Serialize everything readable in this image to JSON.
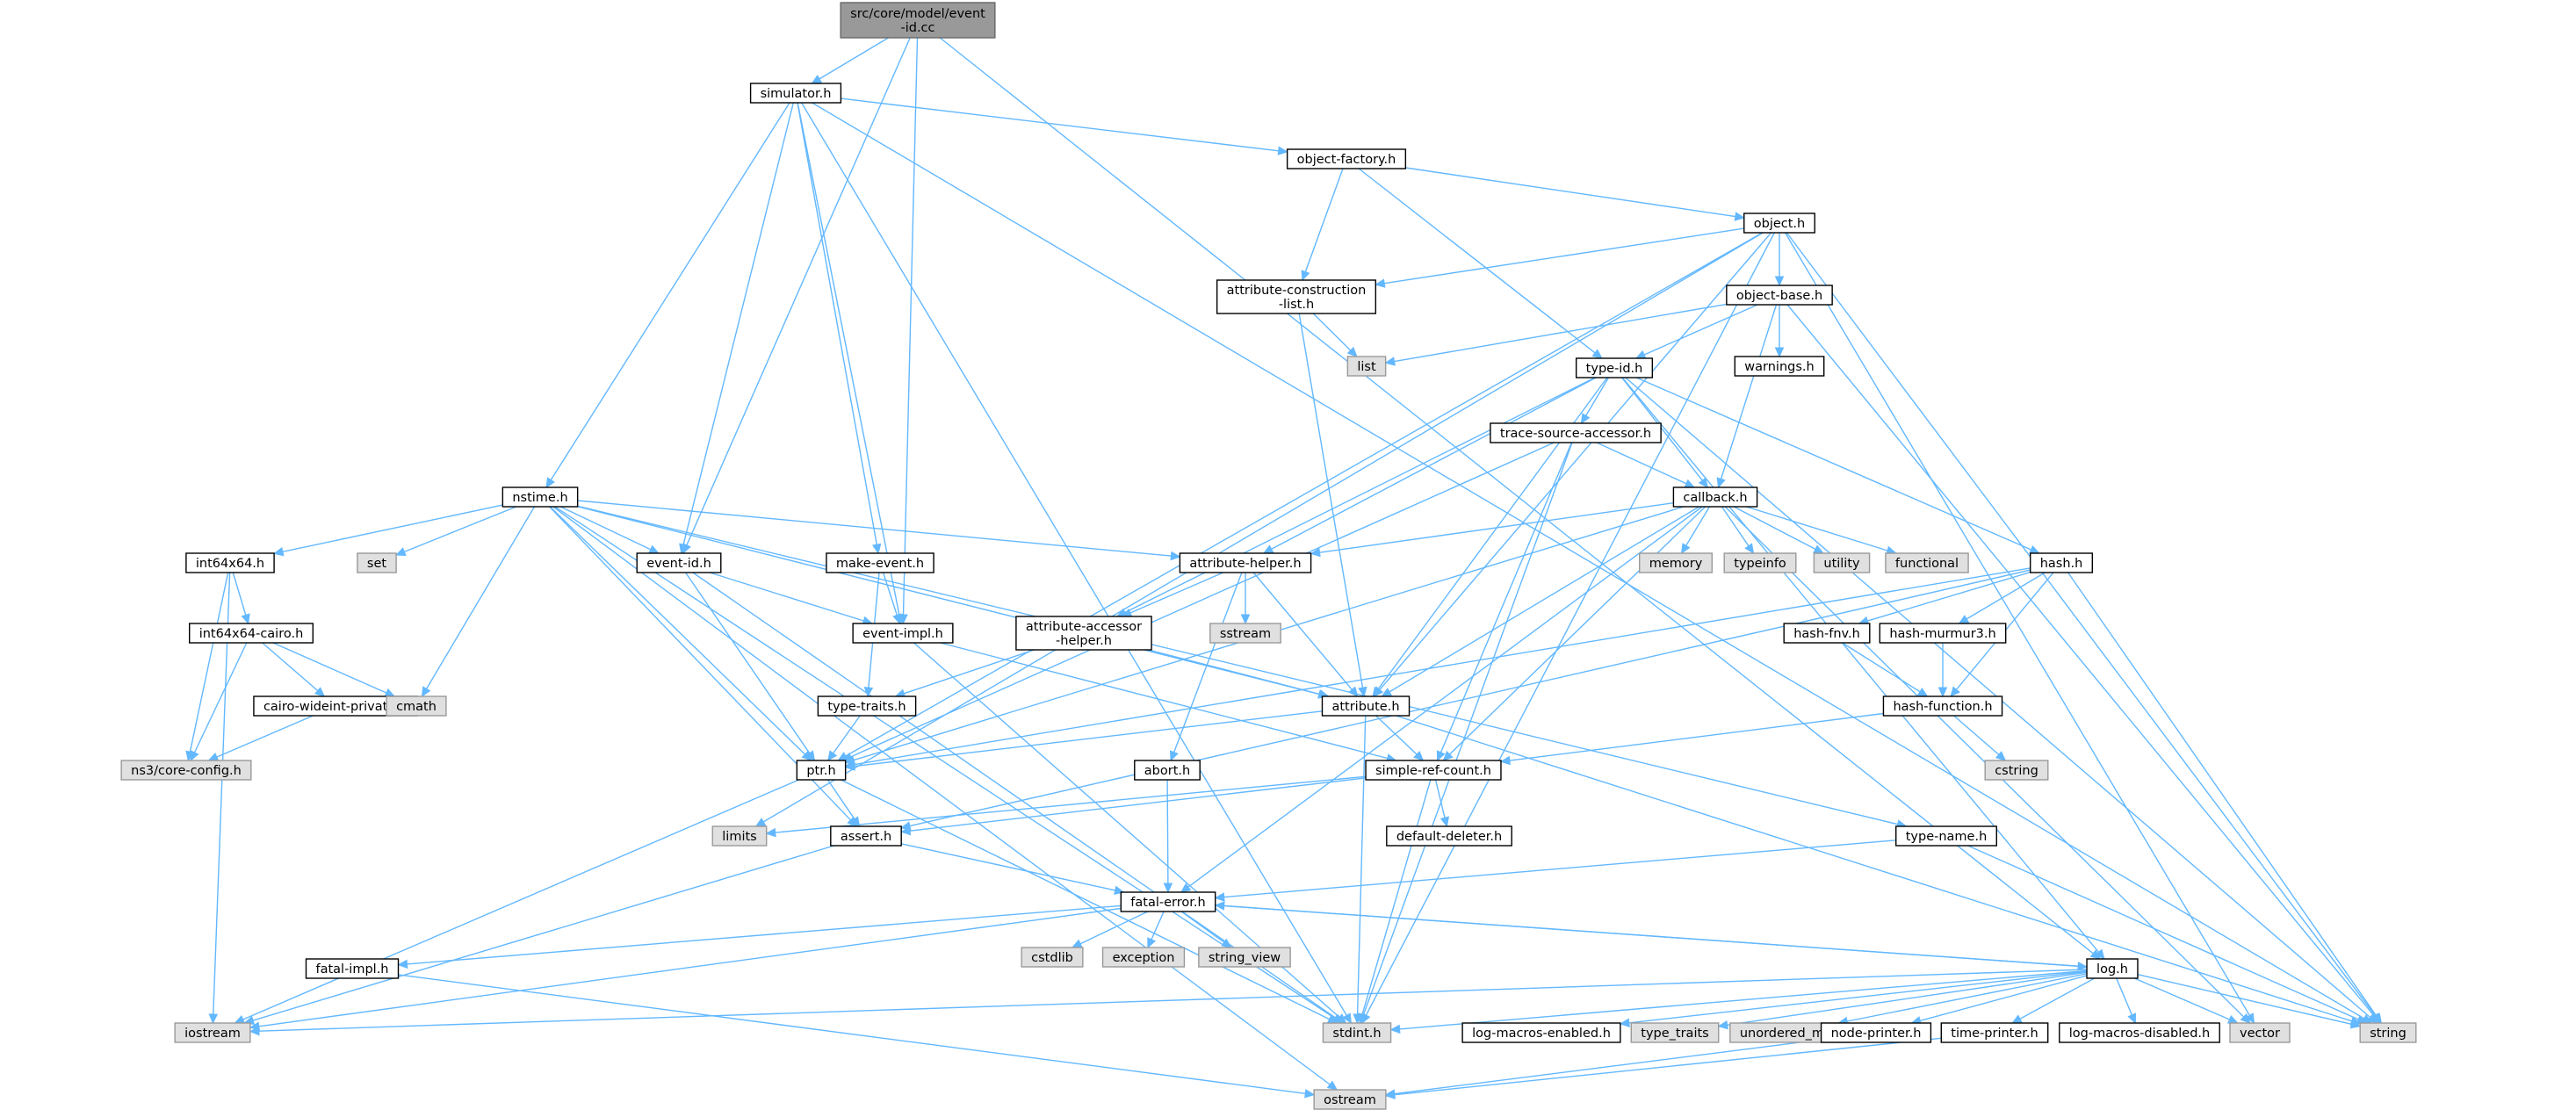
{
  "colors": {
    "edge": "#63b8ff",
    "root_fill": "#999999",
    "root_stroke": "#666666",
    "header_fill": "#ffffff",
    "header_stroke": "#000000",
    "system_fill": "#e0e0e0",
    "system_stroke": "#999999"
  },
  "diagram": {
    "nodes": [
      {
        "id": "root",
        "label": "src/core/model/event\n-id.cc",
        "kind": "root"
      },
      {
        "id": "simulator",
        "label": "simulator.h",
        "kind": "header"
      },
      {
        "id": "object_factory",
        "label": "object-factory.h",
        "kind": "header"
      },
      {
        "id": "object",
        "label": "object.h",
        "kind": "header"
      },
      {
        "id": "attr_construction",
        "label": "attribute-construction\n-list.h",
        "kind": "header"
      },
      {
        "id": "object_base",
        "label": "object-base.h",
        "kind": "header"
      },
      {
        "id": "list",
        "label": "list",
        "kind": "system"
      },
      {
        "id": "warnings",
        "label": "warnings.h",
        "kind": "header"
      },
      {
        "id": "type_id",
        "label": "type-id.h",
        "kind": "header"
      },
      {
        "id": "trace_source",
        "label": "trace-source-accessor.h",
        "kind": "header"
      },
      {
        "id": "nstime",
        "label": "nstime.h",
        "kind": "header"
      },
      {
        "id": "callback",
        "label": "callback.h",
        "kind": "header"
      },
      {
        "id": "int64x64",
        "label": "int64x64.h",
        "kind": "header"
      },
      {
        "id": "set",
        "label": "set",
        "kind": "system"
      },
      {
        "id": "event_id",
        "label": "event-id.h",
        "kind": "header"
      },
      {
        "id": "make_event",
        "label": "make-event.h",
        "kind": "header"
      },
      {
        "id": "attr_helper",
        "label": "attribute-helper.h",
        "kind": "header"
      },
      {
        "id": "memory",
        "label": "memory",
        "kind": "system"
      },
      {
        "id": "typeinfo",
        "label": "typeinfo",
        "kind": "system"
      },
      {
        "id": "utility",
        "label": "utility",
        "kind": "system"
      },
      {
        "id": "functional",
        "label": "functional",
        "kind": "system"
      },
      {
        "id": "hash",
        "label": "hash.h",
        "kind": "header"
      },
      {
        "id": "int64x64_cairo",
        "label": "int64x64-cairo.h",
        "kind": "header"
      },
      {
        "id": "event_impl",
        "label": "event-impl.h",
        "kind": "header"
      },
      {
        "id": "attr_accessor",
        "label": "attribute-accessor\n-helper.h",
        "kind": "header"
      },
      {
        "id": "sstream",
        "label": "sstream",
        "kind": "system"
      },
      {
        "id": "hash_fnv",
        "label": "hash-fnv.h",
        "kind": "header"
      },
      {
        "id": "hash_murmur3",
        "label": "hash-murmur3.h",
        "kind": "header"
      },
      {
        "id": "cairo_wideint",
        "label": "cairo-wideint-private.h",
        "kind": "header"
      },
      {
        "id": "cmath",
        "label": "cmath",
        "kind": "system"
      },
      {
        "id": "type_traits_h",
        "label": "type-traits.h",
        "kind": "header"
      },
      {
        "id": "attribute",
        "label": "attribute.h",
        "kind": "header"
      },
      {
        "id": "hash_function",
        "label": "hash-function.h",
        "kind": "header"
      },
      {
        "id": "core_config",
        "label": "ns3/core-config.h",
        "kind": "system"
      },
      {
        "id": "ptr",
        "label": "ptr.h",
        "kind": "header"
      },
      {
        "id": "abort",
        "label": "abort.h",
        "kind": "header"
      },
      {
        "id": "simple_ref",
        "label": "simple-ref-count.h",
        "kind": "header"
      },
      {
        "id": "cstring",
        "label": "cstring",
        "kind": "system"
      },
      {
        "id": "limits",
        "label": "limits",
        "kind": "system"
      },
      {
        "id": "assert",
        "label": "assert.h",
        "kind": "header"
      },
      {
        "id": "default_deleter",
        "label": "default-deleter.h",
        "kind": "header"
      },
      {
        "id": "type_name",
        "label": "type-name.h",
        "kind": "header"
      },
      {
        "id": "fatal_error",
        "label": "fatal-error.h",
        "kind": "header"
      },
      {
        "id": "cstdlib",
        "label": "cstdlib",
        "kind": "system"
      },
      {
        "id": "exception",
        "label": "exception",
        "kind": "system"
      },
      {
        "id": "string_view",
        "label": "string_view",
        "kind": "system"
      },
      {
        "id": "fatal_impl",
        "label": "fatal-impl.h",
        "kind": "header"
      },
      {
        "id": "log",
        "label": "log.h",
        "kind": "header"
      },
      {
        "id": "iostream",
        "label": "iostream",
        "kind": "system"
      },
      {
        "id": "stdint",
        "label": "stdint.h",
        "kind": "system"
      },
      {
        "id": "log_macros_enabled",
        "label": "log-macros-enabled.h",
        "kind": "header"
      },
      {
        "id": "type_traits",
        "label": "type_traits",
        "kind": "system"
      },
      {
        "id": "unordered_map",
        "label": "unordered_map",
        "kind": "system"
      },
      {
        "id": "node_printer",
        "label": "node-printer.h",
        "kind": "header"
      },
      {
        "id": "time_printer",
        "label": "time-printer.h",
        "kind": "header"
      },
      {
        "id": "log_macros_disabled",
        "label": "log-macros-disabled.h",
        "kind": "header"
      },
      {
        "id": "vector",
        "label": "vector",
        "kind": "system"
      },
      {
        "id": "string",
        "label": "string",
        "kind": "system"
      },
      {
        "id": "ostream",
        "label": "ostream",
        "kind": "system"
      }
    ],
    "edges": [
      [
        "root",
        "simulator"
      ],
      [
        "root",
        "event_id"
      ],
      [
        "root",
        "event_impl"
      ],
      [
        "root",
        "log"
      ],
      [
        "simulator",
        "object_factory"
      ],
      [
        "simulator",
        "nstime"
      ],
      [
        "simulator",
        "event_id"
      ],
      [
        "simulator",
        "make_event"
      ],
      [
        "simulator",
        "event_impl"
      ],
      [
        "simulator",
        "stdint"
      ],
      [
        "simulator",
        "string"
      ],
      [
        "object_factory",
        "object"
      ],
      [
        "object_factory",
        "attr_construction"
      ],
      [
        "object_factory",
        "type_id"
      ],
      [
        "object",
        "object_base"
      ],
      [
        "object",
        "attr_construction"
      ],
      [
        "object",
        "attribute"
      ],
      [
        "object",
        "ptr"
      ],
      [
        "object",
        "limits"
      ],
      [
        "object",
        "stdint"
      ],
      [
        "object",
        "vector"
      ],
      [
        "object",
        "string"
      ],
      [
        "attr_construction",
        "list"
      ],
      [
        "attr_construction",
        "attribute"
      ],
      [
        "object_base",
        "warnings"
      ],
      [
        "object_base",
        "type_id"
      ],
      [
        "object_base",
        "callback"
      ],
      [
        "object_base",
        "list"
      ],
      [
        "object_base",
        "string"
      ],
      [
        "type_id",
        "trace_source"
      ],
      [
        "type_id",
        "callback"
      ],
      [
        "type_id",
        "hash"
      ],
      [
        "type_id",
        "attr_helper"
      ],
      [
        "type_id",
        "attr_accessor"
      ],
      [
        "type_id",
        "attribute"
      ],
      [
        "type_id",
        "log"
      ],
      [
        "type_id",
        "string"
      ],
      [
        "trace_source",
        "callback"
      ],
      [
        "trace_source",
        "simple_ref"
      ],
      [
        "trace_source",
        "ptr"
      ],
      [
        "trace_source",
        "stdint"
      ],
      [
        "nstime",
        "int64x64"
      ],
      [
        "nstime",
        "set"
      ],
      [
        "nstime",
        "event_id"
      ],
      [
        "nstime",
        "attr_helper"
      ],
      [
        "nstime",
        "attribute"
      ],
      [
        "nstime",
        "cmath"
      ],
      [
        "nstime",
        "ptr"
      ],
      [
        "nstime",
        "assert"
      ],
      [
        "nstime",
        "stdint"
      ],
      [
        "nstime",
        "type_name"
      ],
      [
        "nstime",
        "ostream"
      ],
      [
        "callback",
        "memory"
      ],
      [
        "callback",
        "typeinfo"
      ],
      [
        "callback",
        "utility"
      ],
      [
        "callback",
        "functional"
      ],
      [
        "callback",
        "attr_helper"
      ],
      [
        "callback",
        "attribute"
      ],
      [
        "callback",
        "ptr"
      ],
      [
        "callback",
        "simple_ref"
      ],
      [
        "callback",
        "fatal_error"
      ],
      [
        "callback",
        "vector"
      ],
      [
        "int64x64",
        "int64x64_cairo"
      ],
      [
        "int64x64",
        "core_config"
      ],
      [
        "int64x64",
        "iostream"
      ],
      [
        "event_id",
        "event_impl"
      ],
      [
        "event_id",
        "ptr"
      ],
      [
        "event_id",
        "stdint"
      ],
      [
        "make_event",
        "event_impl"
      ],
      [
        "make_event",
        "type_traits_h"
      ],
      [
        "attr_helper",
        "attr_accessor"
      ],
      [
        "attr_helper",
        "sstream"
      ],
      [
        "attr_helper",
        "attribute"
      ],
      [
        "attr_helper",
        "abort"
      ],
      [
        "hash",
        "hash_fnv"
      ],
      [
        "hash",
        "hash_murmur3"
      ],
      [
        "hash",
        "hash_function"
      ],
      [
        "hash",
        "assert"
      ],
      [
        "hash",
        "ptr"
      ],
      [
        "hash",
        "string"
      ],
      [
        "int64x64_cairo",
        "cairo_wideint"
      ],
      [
        "int64x64_cairo",
        "cmath"
      ],
      [
        "int64x64_cairo",
        "core_config"
      ],
      [
        "cairo_wideint",
        "core_config"
      ],
      [
        "event_impl",
        "simple_ref"
      ],
      [
        "event_impl",
        "stdint"
      ],
      [
        "attr_accessor",
        "attribute"
      ],
      [
        "attr_accessor",
        "type_traits_h"
      ],
      [
        "type_traits_h",
        "ptr"
      ],
      [
        "hash_fnv",
        "hash_function"
      ],
      [
        "hash_murmur3",
        "hash_function"
      ],
      [
        "hash_function",
        "cstring"
      ],
      [
        "hash_function",
        "simple_ref"
      ],
      [
        "attribute",
        "ptr"
      ],
      [
        "attribute",
        "simple_ref"
      ],
      [
        "attribute",
        "stdint"
      ],
      [
        "attribute",
        "string"
      ],
      [
        "ptr",
        "assert"
      ],
      [
        "ptr",
        "iostream"
      ],
      [
        "ptr",
        "stdint"
      ],
      [
        "abort",
        "fatal_error"
      ],
      [
        "simple_ref",
        "default_deleter"
      ],
      [
        "simple_ref",
        "assert"
      ],
      [
        "simple_ref",
        "limits"
      ],
      [
        "simple_ref",
        "stdint"
      ],
      [
        "assert",
        "fatal_error"
      ],
      [
        "assert",
        "iostream"
      ],
      [
        "type_name",
        "fatal_error"
      ],
      [
        "type_name",
        "string"
      ],
      [
        "fatal_error",
        "cstdlib"
      ],
      [
        "fatal_error",
        "exception"
      ],
      [
        "fatal_error",
        "string_view"
      ],
      [
        "fatal_error",
        "fatal_impl"
      ],
      [
        "fatal_error",
        "log"
      ],
      [
        "fatal_error",
        "iostream"
      ],
      [
        "fatal_impl",
        "ostream"
      ],
      [
        "log",
        "iostream"
      ],
      [
        "log",
        "stdint"
      ],
      [
        "log",
        "log_macros_enabled"
      ],
      [
        "log",
        "type_traits"
      ],
      [
        "log",
        "unordered_map"
      ],
      [
        "log",
        "node_printer"
      ],
      [
        "log",
        "time_printer"
      ],
      [
        "log",
        "log_macros_disabled"
      ],
      [
        "log",
        "vector"
      ],
      [
        "log",
        "string"
      ],
      [
        "log",
        "fatal_error"
      ],
      [
        "node_printer",
        "ostream"
      ],
      [
        "time_printer",
        "ostream"
      ]
    ]
  }
}
